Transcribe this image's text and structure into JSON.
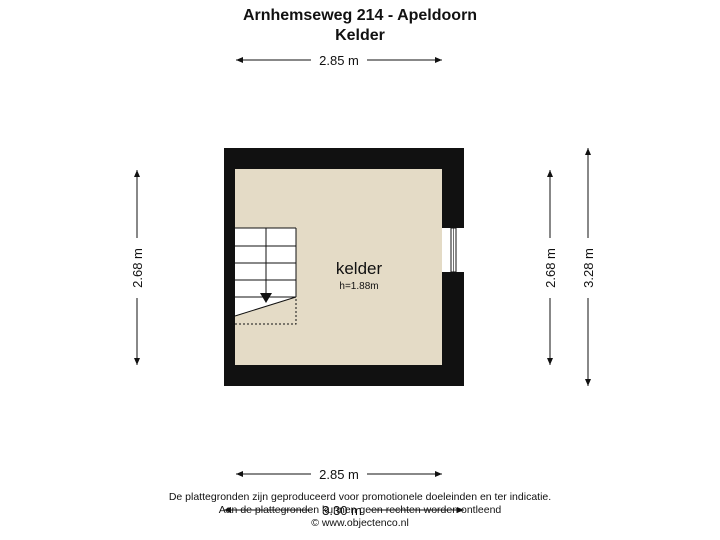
{
  "header": {
    "address": "Arnhemseweg 214 - Apeldoorn",
    "floor": "Kelder"
  },
  "room": {
    "name": "kelder",
    "height": "h=1.88m"
  },
  "dimensions": {
    "top": "2.85 m",
    "bottom": "2.85 m",
    "bottom_outer": "3.30 m",
    "left": "2.68 m",
    "right_inner": "2.68 m",
    "right_outer": "3.28 m"
  },
  "footer": {
    "line1": "De plattegronden zijn geproduceerd voor promotionele doeleinden en ter indicatie.",
    "line2": "Aan de plattegronden kunnen geen rechten worden ontleend",
    "line3": "© www.objectenco.nl"
  },
  "colors": {
    "wall": "#111111",
    "floor": "#e4dbc6",
    "dimension_line": "#111111"
  }
}
